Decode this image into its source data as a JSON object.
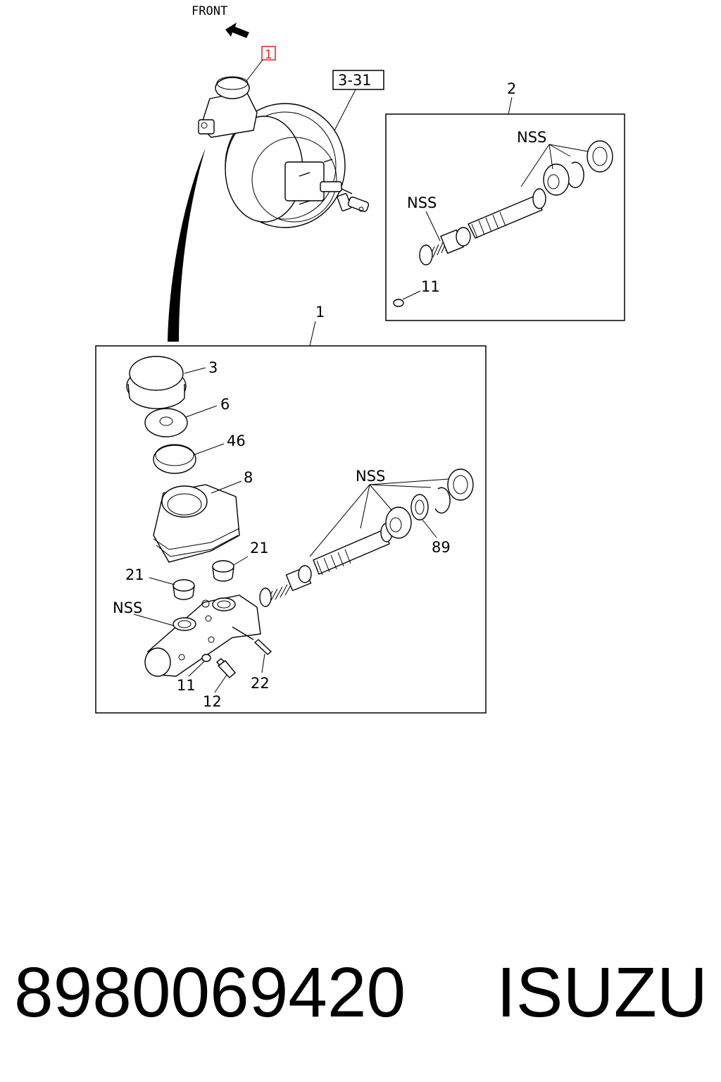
{
  "front_label": "FRONT",
  "callouts": {
    "highlight_1": "1",
    "ref_3_31": "3-31",
    "group_2": "2",
    "group_1": "1",
    "kit_nss": "NSS",
    "kit_nss_2": "NSS",
    "kit_11": "11",
    "p3": "3",
    "p6": "6",
    "p46": "46",
    "p8": "8",
    "nss_main": "NSS",
    "p21a": "21",
    "p21b": "21",
    "p89": "89",
    "nss_body": "NSS",
    "p11": "11",
    "p12": "12",
    "p22": "22"
  },
  "footer": {
    "part_number": "8980069420",
    "brand": "ISUZU"
  },
  "colors": {
    "highlight": "#e02020",
    "line": "#000000"
  }
}
